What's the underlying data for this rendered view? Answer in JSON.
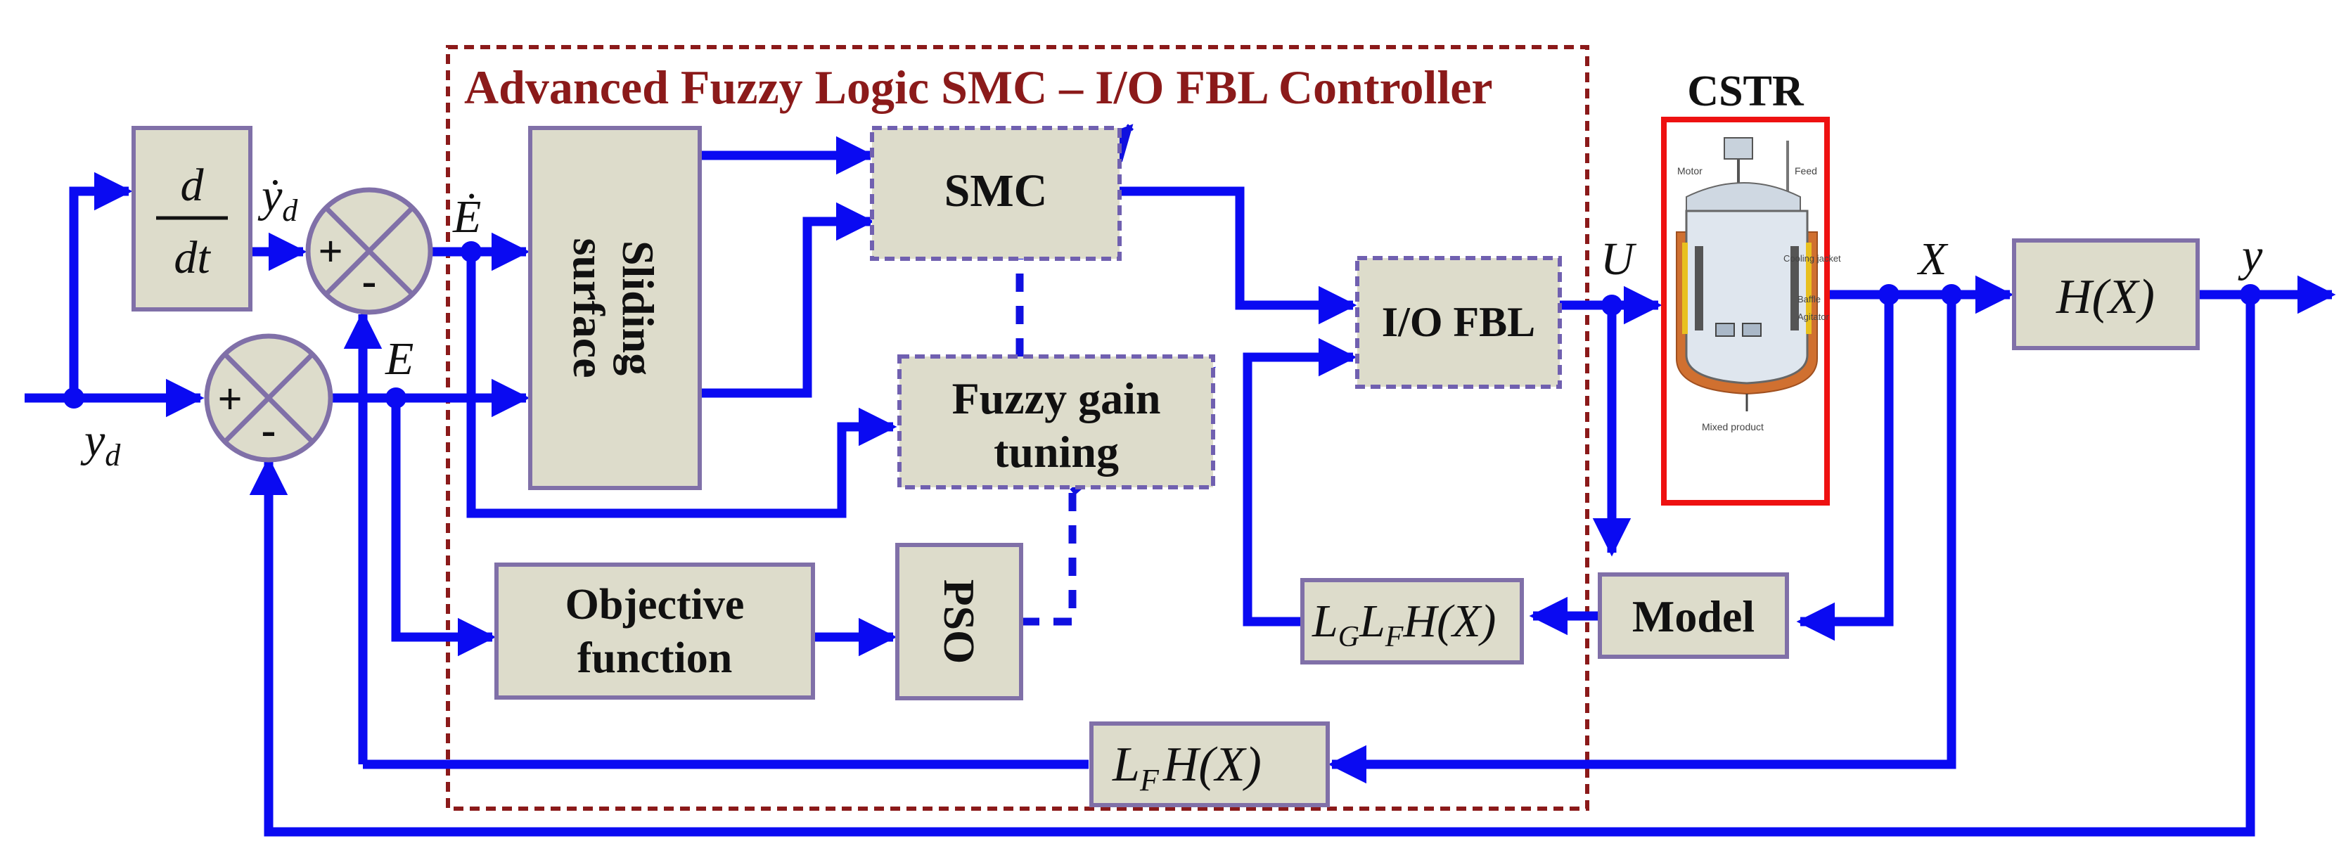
{
  "controller": {
    "title": "Advanced Fuzzy Logic SMC – I/O FBL  Controller",
    "border_color": "#8b1a1a"
  },
  "colors": {
    "wire": "#0a0af2",
    "block_fill": "#dddccb",
    "block_border": "#8070a8",
    "cstr_border": "#ee1111"
  },
  "blocks": {
    "deriv_num": "d",
    "deriv_den": "dt",
    "sliding_line1": "Sliding",
    "sliding_line2": "surface",
    "smc": "SMC",
    "fuzzy_line1": "Fuzzy gain",
    "fuzzy_line2": "tuning",
    "iofbl": "I/O FBL",
    "objective_line1": "Objective",
    "objective_line2": "function",
    "pso": "PSO",
    "model": "Model",
    "hx": "H(X)",
    "lglf_l1": "L",
    "lglf_s1": "G",
    "lglf_l2": "L",
    "lglf_s2": "F",
    "lglf_tail": "H(X)",
    "lf_l": "L",
    "lf_s": "F",
    "lf_tail": "H(X)"
  },
  "cstr": {
    "title": "CSTR",
    "motor": "Motor",
    "feed": "Feed",
    "cooling": "Cooling jacket",
    "baffle": "Baffle",
    "agitator": "Agitator",
    "product": "Mixed product"
  },
  "signals": {
    "yd_dot": "ẏ",
    "yd_dot_sub": "d",
    "yd": "y",
    "yd_sub": "d",
    "E_dot": "Ė",
    "E": "E",
    "U": "U",
    "X": "X",
    "y": "y"
  },
  "summers": {
    "plus": "+",
    "minus": "-"
  }
}
